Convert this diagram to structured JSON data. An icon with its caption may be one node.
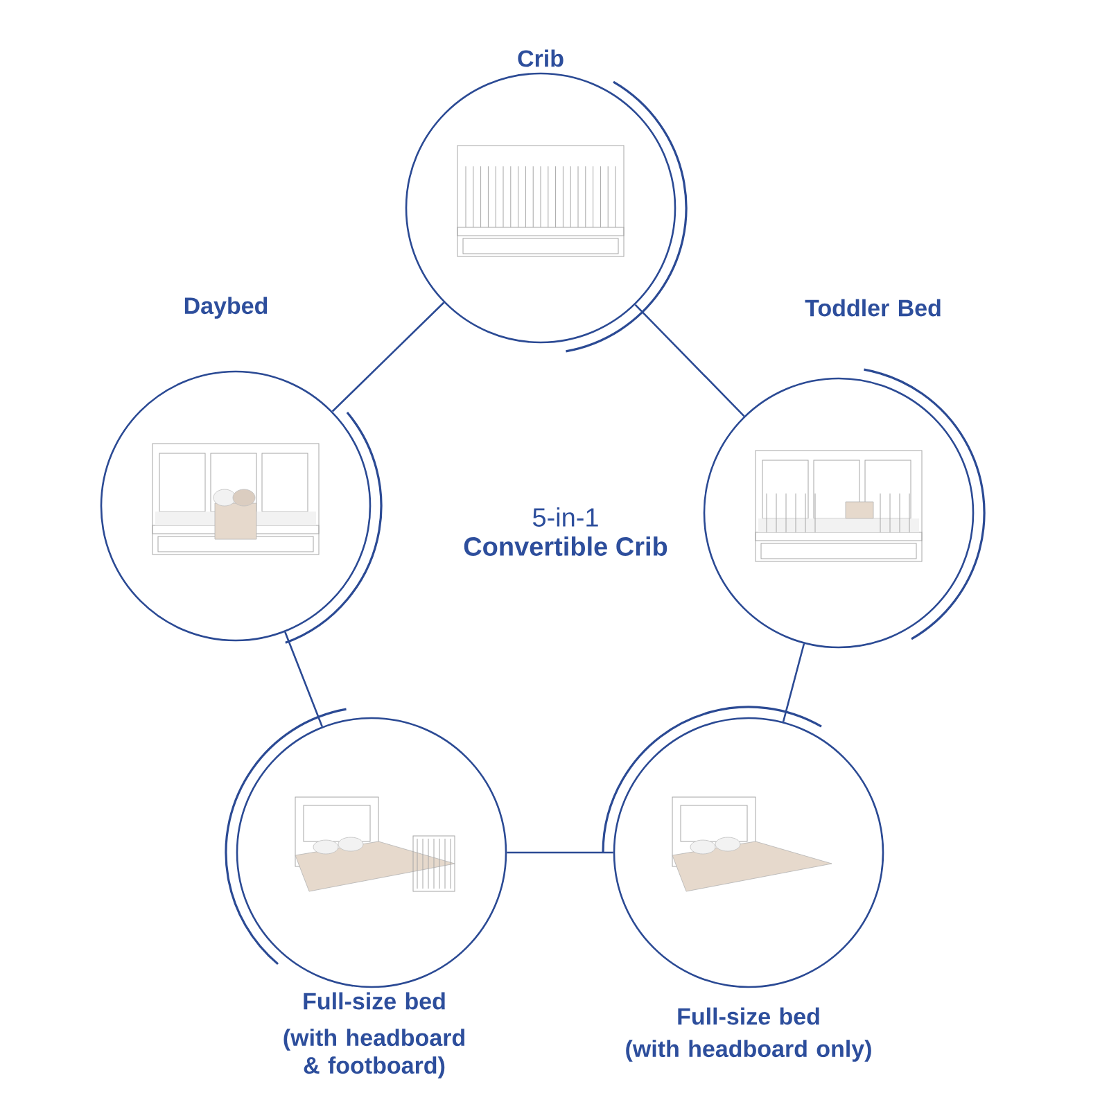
{
  "diagram": {
    "nodes": [
      {
        "text": [
          "Crib"
        ]
      },
      {
        "text": [
          "Daybed"
        ]
      },
      {
        "text": [
          "Toddler Bed"
        ]
      },
      {
        "text": [
          "Full-size bed",
          "(with headboard & footboard)"
        ]
      },
      {
        "text": [
          "Full-size bed",
          "(with headboard only)"
        ]
      }
    ],
    "edges": [
      {
        "from": 0,
        "to": 2,
        "arrow": "none"
      },
      {
        "from": 2,
        "to": 4,
        "arrow": "none"
      },
      {
        "from": 4,
        "to": 3,
        "arrow": "none"
      },
      {
        "from": 3,
        "to": 1,
        "arrow": "none"
      },
      {
        "from": 1,
        "to": 0,
        "arrow": "none"
      }
    ],
    "labels": [
      "5-in-1",
      "Convertible Crib"
    ]
  }
}
